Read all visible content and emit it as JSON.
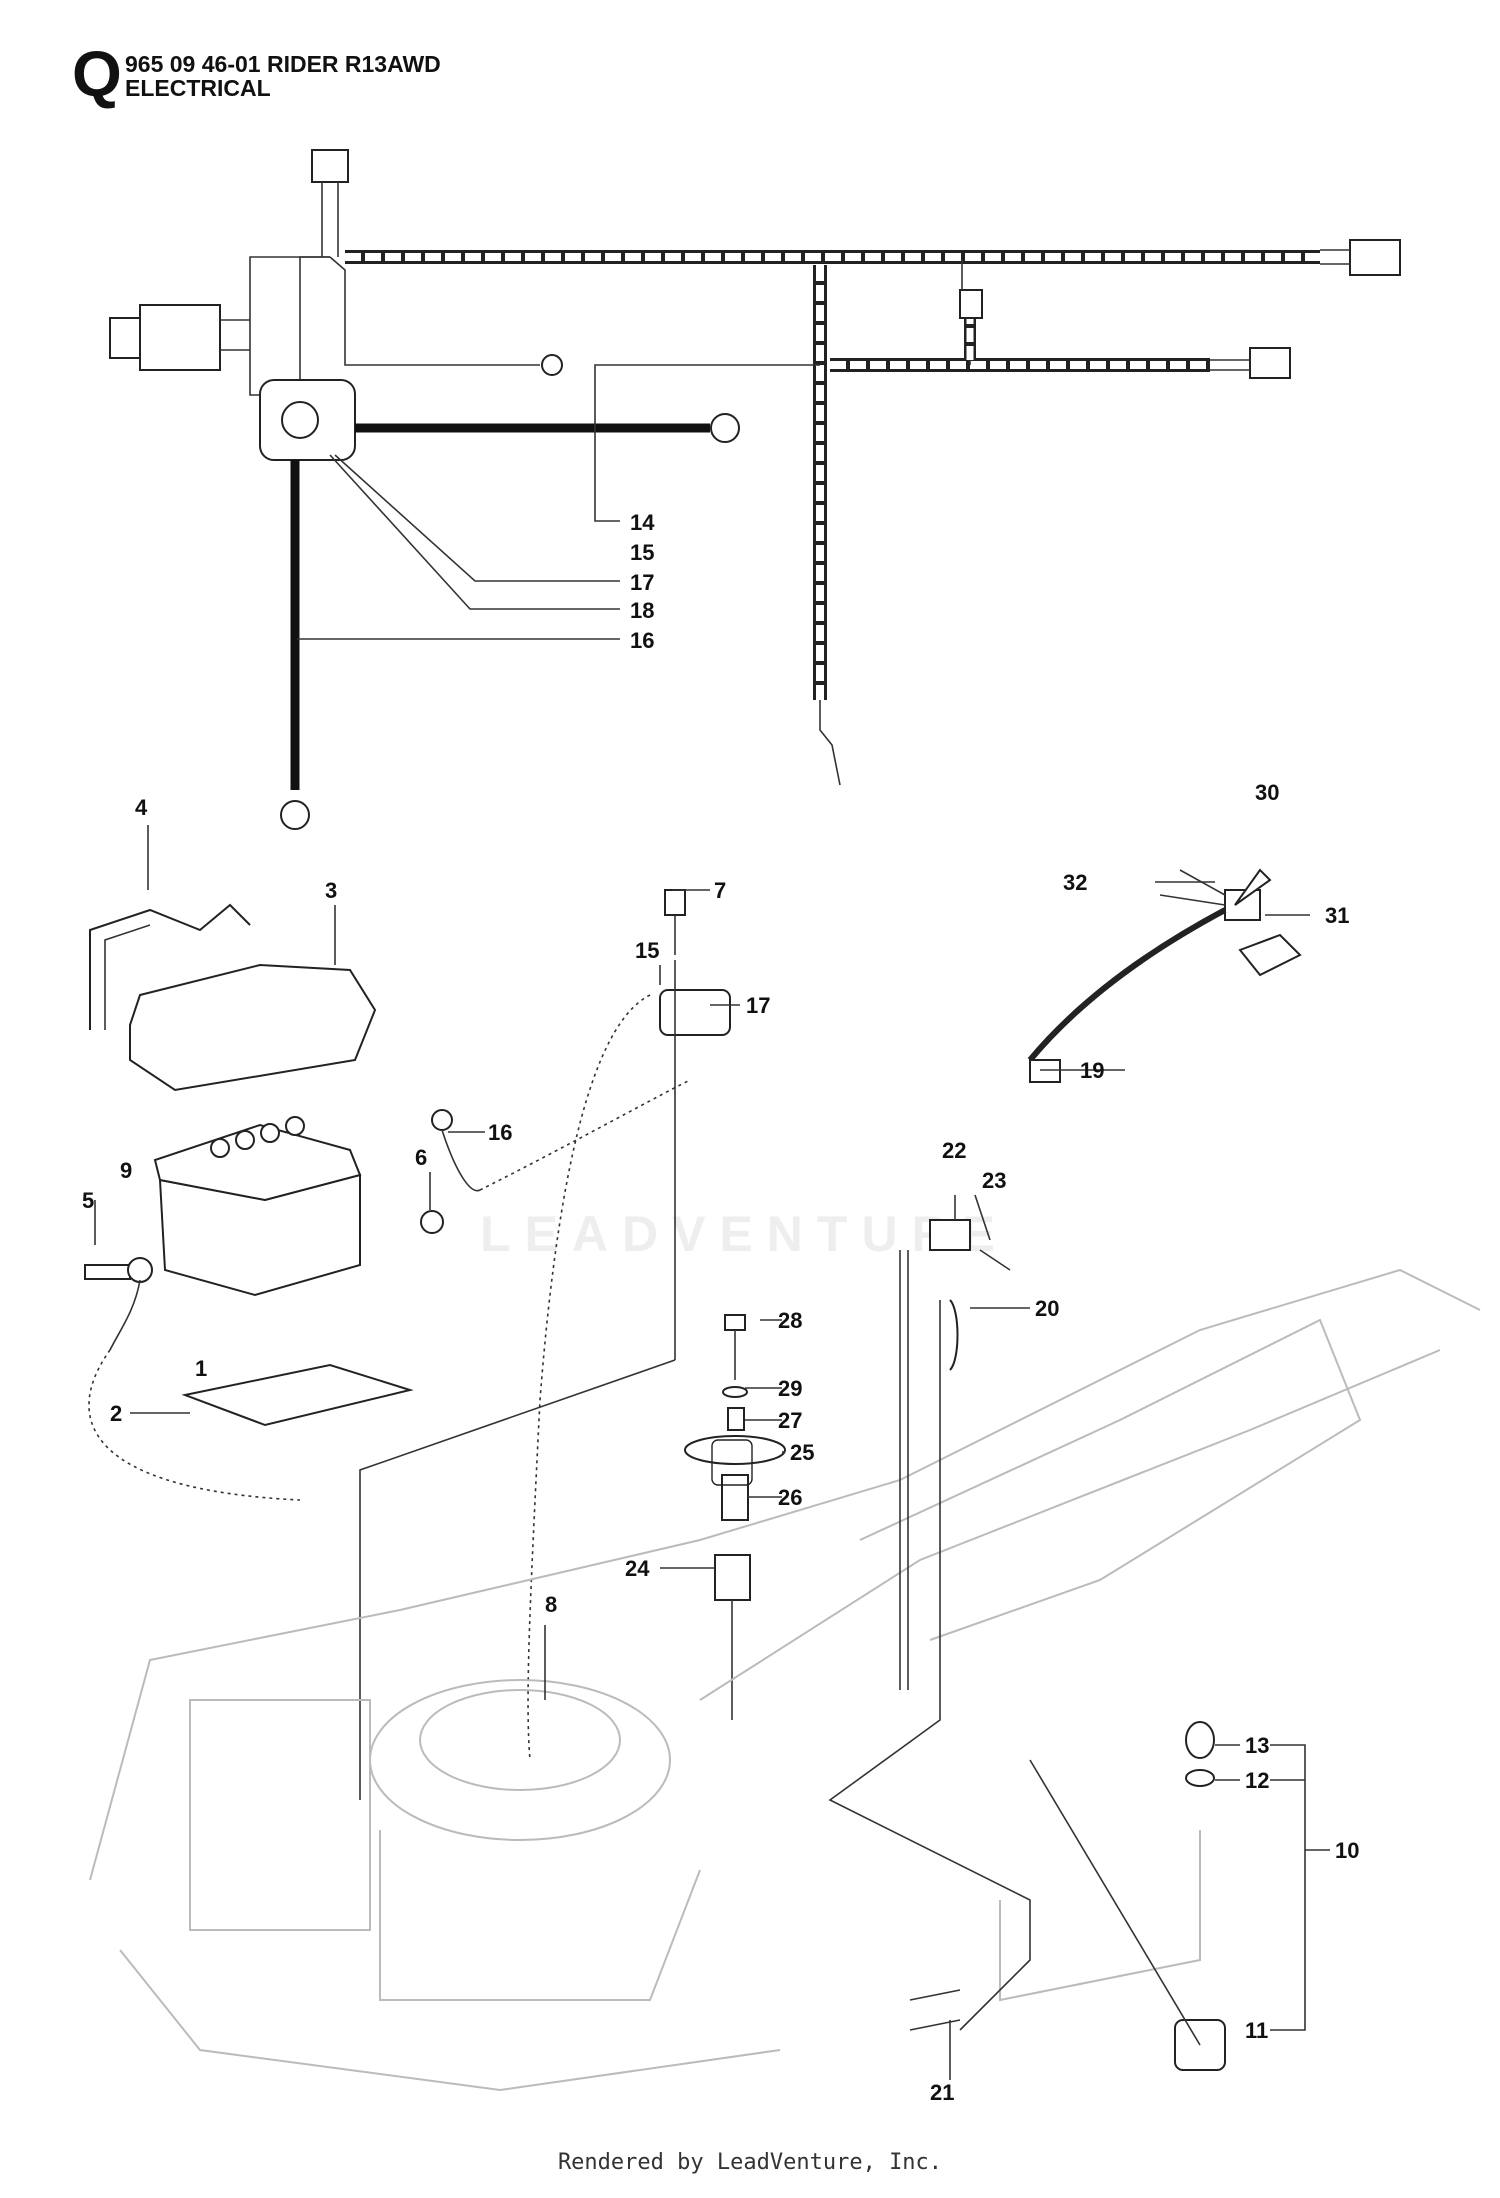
{
  "header": {
    "letter": "Q",
    "model": "965 09 46-01 RIDER R13AWD",
    "section": "ELECTRICAL"
  },
  "watermark": "LEADVENTURE",
  "footer": "Rendered by LeadVenture, Inc.",
  "callouts": {
    "c1": "1",
    "c2": "2",
    "c3": "3",
    "c4": "4",
    "c5": "5",
    "c6": "6",
    "c7": "7",
    "c8": "8",
    "c9": "9",
    "c10": "10",
    "c11": "11",
    "c12": "12",
    "c13": "13",
    "c14": "14",
    "c15a": "15",
    "c15b": "15",
    "c16a": "16",
    "c16b": "16",
    "c17a": "17",
    "c17b": "17",
    "c18": "18",
    "c19": "19",
    "c20": "20",
    "c21": "21",
    "c22": "22",
    "c23": "23",
    "c24": "24",
    "c25": "25",
    "c26": "26",
    "c27": "27",
    "c28": "28",
    "c29": "29",
    "c30": "30",
    "c31": "31",
    "c32": "32"
  }
}
